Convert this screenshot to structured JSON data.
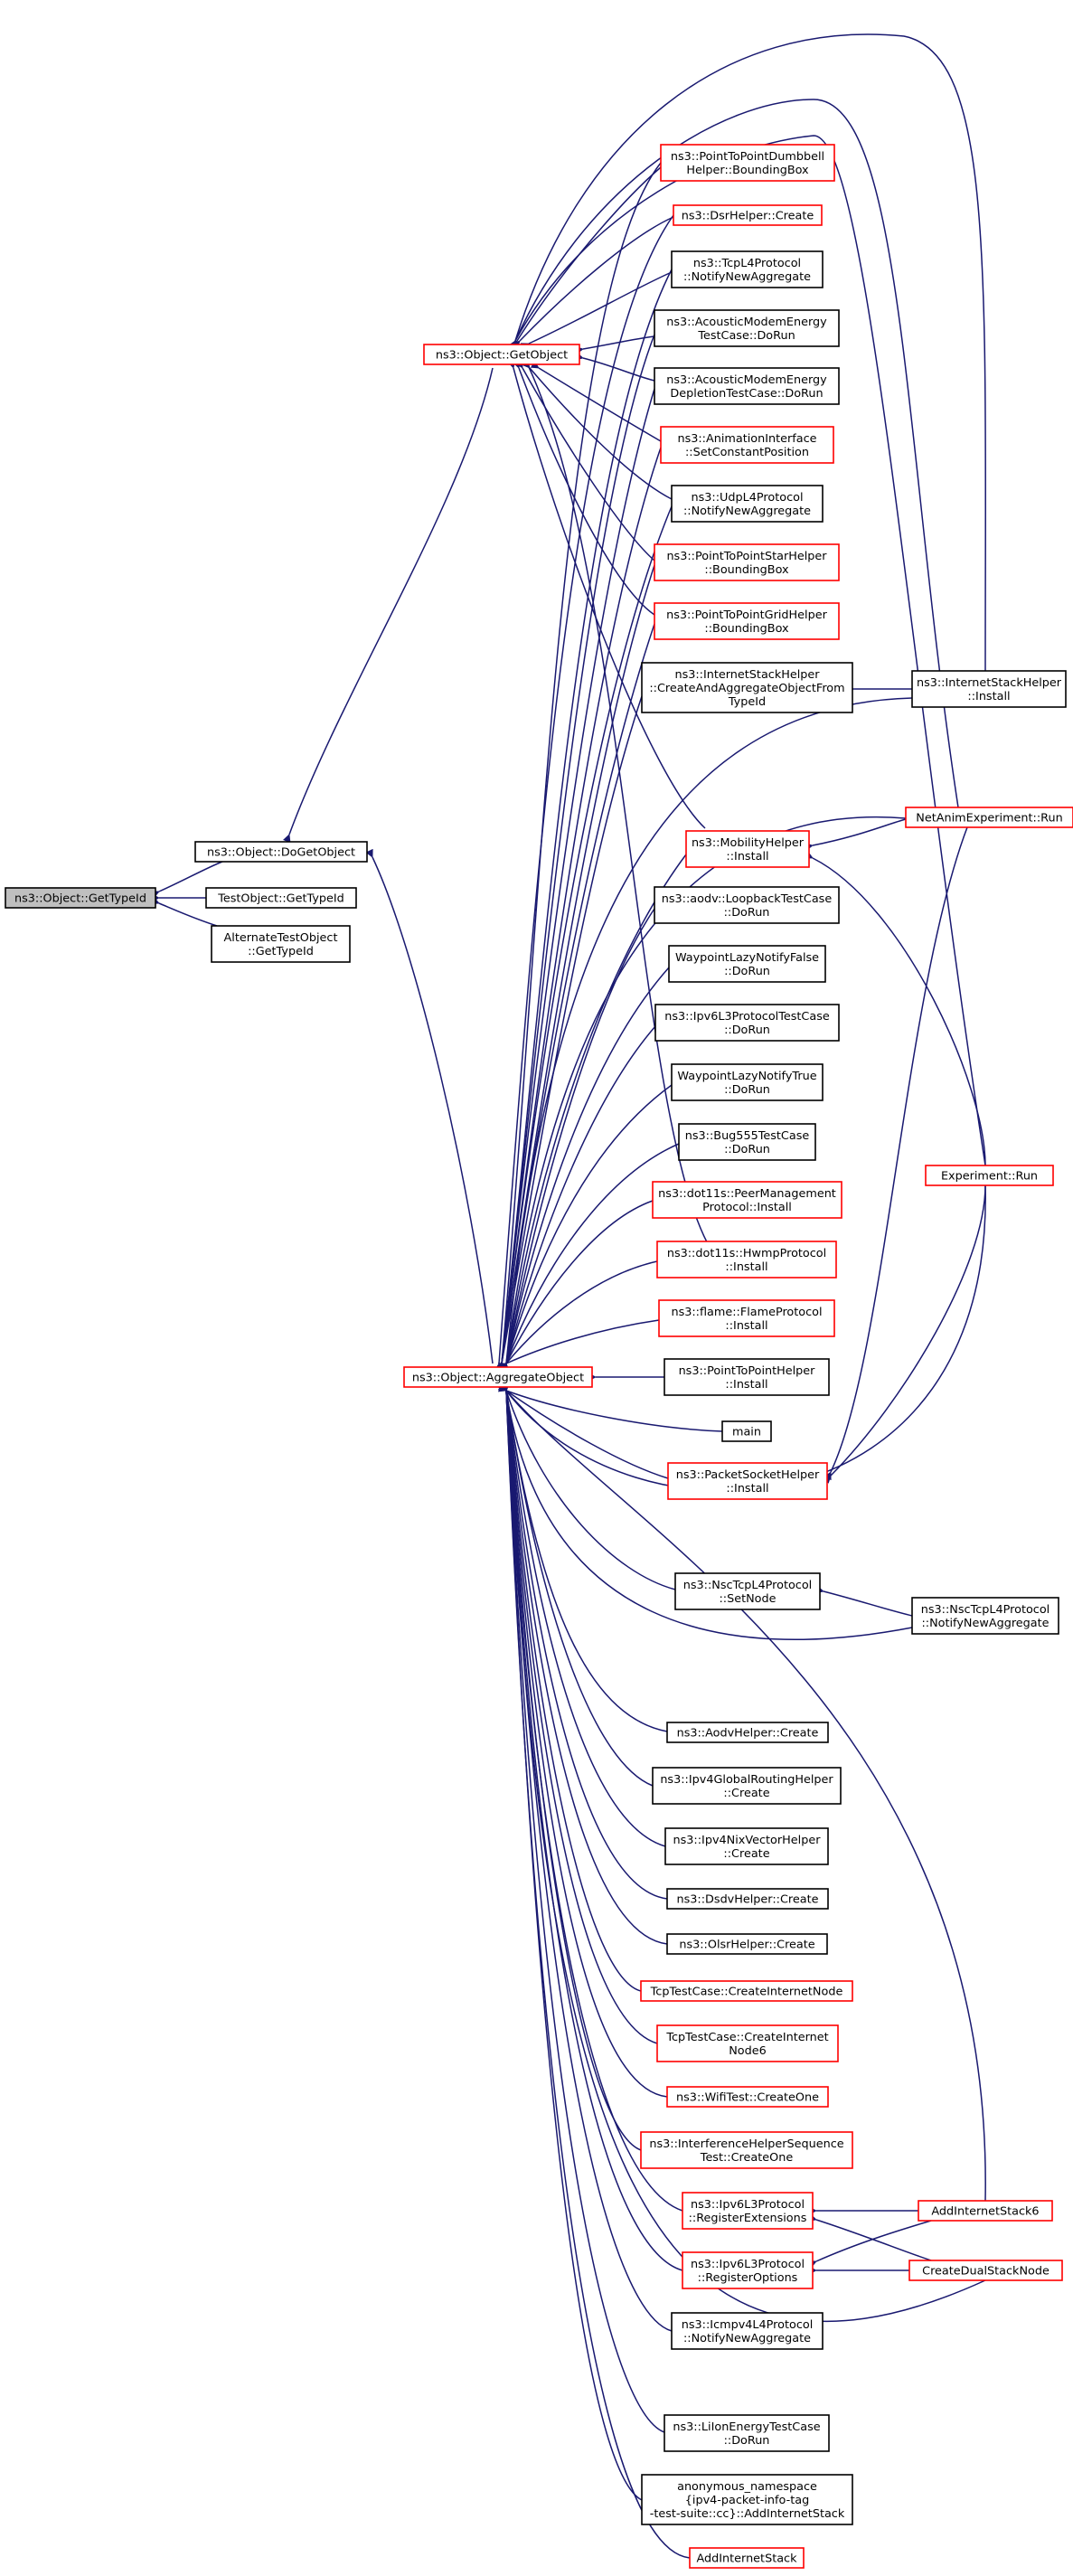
{
  "colors": {
    "edge": "#191970",
    "border_normal": "#000000",
    "border_truncated": "#ff0000",
    "root_fill": "#bfbfbf"
  },
  "nodes": {
    "gettypeid": {
      "lines": [
        "ns3::Object::GetTypeId"
      ],
      "truncated": false,
      "root": true
    },
    "dogetobject": {
      "lines": [
        "ns3::Object::DoGetObject"
      ],
      "truncated": false
    },
    "testobject": {
      "lines": [
        "TestObject::GetTypeId"
      ],
      "truncated": false
    },
    "alternatetest": {
      "lines": [
        "AlternateTestObject",
        "::GetTypeId"
      ],
      "truncated": false
    },
    "getobject": {
      "lines": [
        "ns3::Object::GetObject"
      ],
      "truncated": true
    },
    "aggregateobject": {
      "lines": [
        "ns3::Object::AggregateObject"
      ],
      "truncated": true
    },
    "p2pdumbbell": {
      "lines": [
        "ns3::PointToPointDumbbell",
        "Helper::BoundingBox"
      ],
      "truncated": true
    },
    "dsrhelper": {
      "lines": [
        "ns3::DsrHelper::Create"
      ],
      "truncated": true
    },
    "tcpl4notify": {
      "lines": [
        "ns3::TcpL4Protocol",
        "::NotifyNewAggregate"
      ],
      "truncated": false
    },
    "acousticmodemtest": {
      "lines": [
        "ns3::AcousticModemEnergy",
        "TestCase::DoRun"
      ],
      "truncated": false
    },
    "acousticdepletion": {
      "lines": [
        "ns3::AcousticModemEnergy",
        "DepletionTestCase::DoRun"
      ],
      "truncated": false
    },
    "animinterface": {
      "lines": [
        "ns3::AnimationInterface",
        "::SetConstantPosition"
      ],
      "truncated": true
    },
    "udpl4notify": {
      "lines": [
        "ns3::UdpL4Protocol",
        "::NotifyNewAggregate"
      ],
      "truncated": false
    },
    "p2pstar": {
      "lines": [
        "ns3::PointToPointStarHelper",
        "::BoundingBox"
      ],
      "truncated": true
    },
    "p2pgrid": {
      "lines": [
        "ns3::PointToPointGridHelper",
        "::BoundingBox"
      ],
      "truncated": true
    },
    "createandaggregate": {
      "lines": [
        "ns3::InternetStackHelper",
        "::CreateAndAggregateObjectFrom",
        "TypeId"
      ],
      "truncated": false
    },
    "internetstackinstall": {
      "lines": [
        "ns3::InternetStackHelper",
        "::Install"
      ],
      "truncated": false
    },
    "mobilityinstall": {
      "lines": [
        "ns3::MobilityHelper",
        "::Install"
      ],
      "truncated": true
    },
    "netanimrun": {
      "lines": [
        "NetAnimExperiment::Run"
      ],
      "truncated": true
    },
    "aodvloopback": {
      "lines": [
        "ns3::aodv::LoopbackTestCase",
        "::DoRun"
      ],
      "truncated": false
    },
    "waypointfalse": {
      "lines": [
        "WaypointLazyNotifyFalse",
        "::DoRun"
      ],
      "truncated": false
    },
    "ipv6l3test": {
      "lines": [
        "ns3::Ipv6L3ProtocolTestCase",
        "::DoRun"
      ],
      "truncated": false
    },
    "waypointtrue": {
      "lines": [
        "WaypointLazyNotifyTrue",
        "::DoRun"
      ],
      "truncated": false
    },
    "bug555": {
      "lines": [
        "ns3::Bug555TestCase",
        "::DoRun"
      ],
      "truncated": false
    },
    "experimentrun": {
      "lines": [
        "Experiment::Run"
      ],
      "truncated": true
    },
    "dot11speer": {
      "lines": [
        "ns3::dot11s::PeerManagement",
        "Protocol::Install"
      ],
      "truncated": true
    },
    "dot11shwmp": {
      "lines": [
        "ns3::dot11s::HwmpProtocol",
        "::Install"
      ],
      "truncated": true
    },
    "flameinstall": {
      "lines": [
        "ns3::flame::FlameProtocol",
        "::Install"
      ],
      "truncated": true
    },
    "p2pinstall": {
      "lines": [
        "ns3::PointToPointHelper",
        "::Install"
      ],
      "truncated": false
    },
    "main": {
      "lines": [
        "main"
      ],
      "truncated": false
    },
    "packetsocket": {
      "lines": [
        "ns3::PacketSocketHelper",
        "::Install"
      ],
      "truncated": true
    },
    "nsctcpsetnode": {
      "lines": [
        "ns3::NscTcpL4Protocol",
        "::SetNode"
      ],
      "truncated": false
    },
    "nsctcpnotify": {
      "lines": [
        "ns3::NscTcpL4Protocol",
        "::NotifyNewAggregate"
      ],
      "truncated": false
    },
    "aodvhelper": {
      "lines": [
        "ns3::AodvHelper::Create"
      ],
      "truncated": false
    },
    "ipv4global": {
      "lines": [
        "ns3::Ipv4GlobalRoutingHelper",
        "::Create"
      ],
      "truncated": false
    },
    "ipv4nix": {
      "lines": [
        "ns3::Ipv4NixVectorHelper",
        "::Create"
      ],
      "truncated": false
    },
    "dsdvhelper": {
      "lines": [
        "ns3::DsdvHelper::Create"
      ],
      "truncated": false
    },
    "olsrhelper": {
      "lines": [
        "ns3::OlsrHelper::Create"
      ],
      "truncated": false
    },
    "tcpcreateinternet": {
      "lines": [
        "TcpTestCase::CreateInternetNode"
      ],
      "truncated": true
    },
    "tcpcreateinternet6": {
      "lines": [
        "TcpTestCase::CreateInternet",
        "Node6"
      ],
      "truncated": true
    },
    "wifitest": {
      "lines": [
        "ns3::WifiTest::CreateOne"
      ],
      "truncated": true
    },
    "interference": {
      "lines": [
        "ns3::InterferenceHelperSequence",
        "Test::CreateOne"
      ],
      "truncated": true
    },
    "ipv6regext": {
      "lines": [
        "ns3::Ipv6L3Protocol",
        "::RegisterExtensions"
      ],
      "truncated": true
    },
    "addinternetstack6": {
      "lines": [
        "AddInternetStack6"
      ],
      "truncated": true
    },
    "ipv6regopt": {
      "lines": [
        "ns3::Ipv6L3Protocol",
        "::RegisterOptions"
      ],
      "truncated": true
    },
    "createdualstack": {
      "lines": [
        "CreateDualStackNode"
      ],
      "truncated": true
    },
    "icmpv4notify": {
      "lines": [
        "ns3::Icmpv4L4Protocol",
        "::NotifyNewAggregate"
      ],
      "truncated": false
    },
    "liion": {
      "lines": [
        "ns3::LiIonEnergyTestCase",
        "::DoRun"
      ],
      "truncated": false
    },
    "anonaddinternet": {
      "lines": [
        "anonymous_namespace",
        "{ipv4-packet-info-tag",
        "-test-suite::cc}::AddInternetStack"
      ],
      "truncated": false
    },
    "addinternetstack": {
      "lines": [
        "AddInternetStack"
      ],
      "truncated": true
    }
  }
}
